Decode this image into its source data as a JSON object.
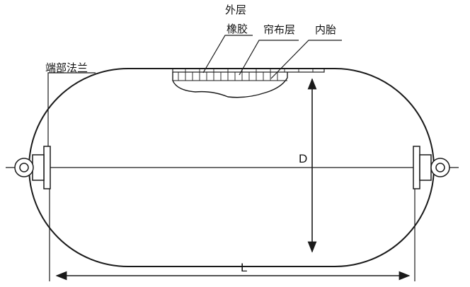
{
  "labels": {
    "outer_layer": "外层",
    "rubber": "橡胶",
    "cord_layer": "帘布层",
    "inner_tube": "内胎",
    "end_flange": "端部法兰",
    "diameter": "D",
    "length": "L"
  },
  "colors": {
    "line": "#1a1a1a",
    "background": "#ffffff"
  }
}
